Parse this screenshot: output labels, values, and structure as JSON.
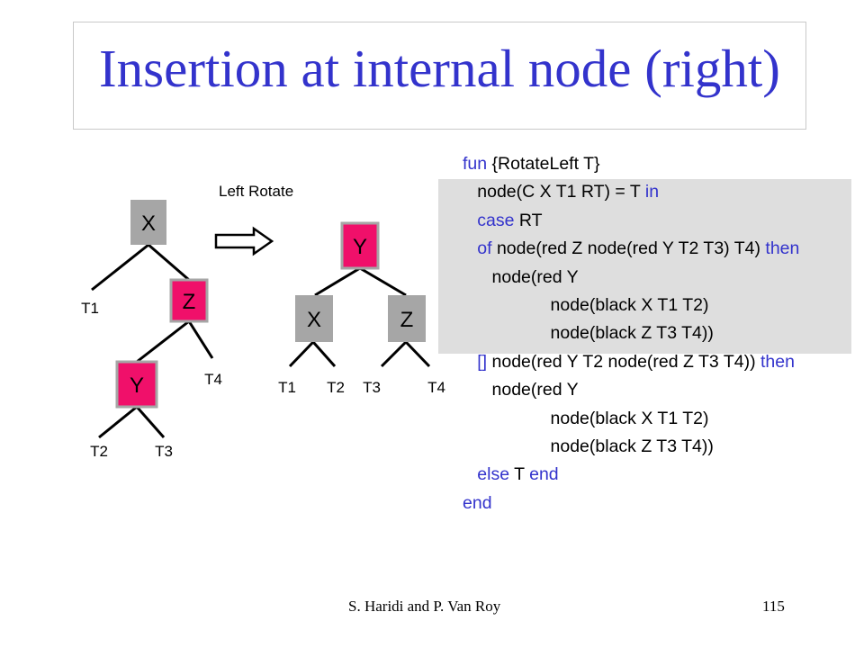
{
  "title": "Insertion at internal node (right)",
  "rotate_label": "Left Rotate",
  "colors": {
    "title": "#3333cc",
    "red_node": "#f0106a",
    "black_node": "#a6a6a6",
    "keyword": "#3333cc",
    "code_bg": "#dedede"
  },
  "left_tree": {
    "nodes": {
      "x": "X",
      "z": "Z",
      "y": "Y"
    },
    "leaves": {
      "t1": "T1",
      "t2": "T2",
      "t3": "T3",
      "t4": "T4"
    }
  },
  "right_tree": {
    "nodes": {
      "y": "Y",
      "x": "X",
      "z": "Z"
    },
    "leaves": {
      "t1": "T1",
      "t2": "T2",
      "t3": "T3",
      "t4": "T4"
    }
  },
  "arrow_icon": "double-right-arrow-icon",
  "code_lines": [
    [
      {
        "t": "fun",
        "kw": true
      },
      {
        "t": " {RotateLeft T}"
      }
    ],
    [
      {
        "t": "   node(C X T1 RT) = T "
      },
      {
        "t": "in",
        "kw": true
      }
    ],
    [
      {
        "t": "   "
      },
      {
        "t": "case",
        "kw": true
      },
      {
        "t": " RT"
      }
    ],
    [
      {
        "t": "   "
      },
      {
        "t": "of",
        "kw": true
      },
      {
        "t": " node(red Z node(red Y T2 T3) T4) "
      },
      {
        "t": "then",
        "kw": true
      }
    ],
    [
      {
        "t": "      node(red Y"
      }
    ],
    [
      {
        "t": "                  node(black X T1 T2)"
      }
    ],
    [
      {
        "t": "                  node(black Z T3 T4))"
      }
    ],
    [
      {
        "t": "   "
      },
      {
        "t": "[]",
        "kw": true
      },
      {
        "t": " node(red Y T2 node(red Z T3 T4)) "
      },
      {
        "t": "then",
        "kw": true
      }
    ],
    [
      {
        "t": "      node(red Y"
      }
    ],
    [
      {
        "t": "                  node(black X T1 T2)"
      }
    ],
    [
      {
        "t": "                  node(black Z T3 T4))"
      }
    ],
    [
      {
        "t": "   "
      },
      {
        "t": "else",
        "kw": true
      },
      {
        "t": " T "
      },
      {
        "t": "end",
        "kw": true
      }
    ],
    [
      {
        "t": "end",
        "kw": true
      }
    ]
  ],
  "footer": {
    "author": "S. Haridi and P. Van Roy",
    "page": "115"
  }
}
